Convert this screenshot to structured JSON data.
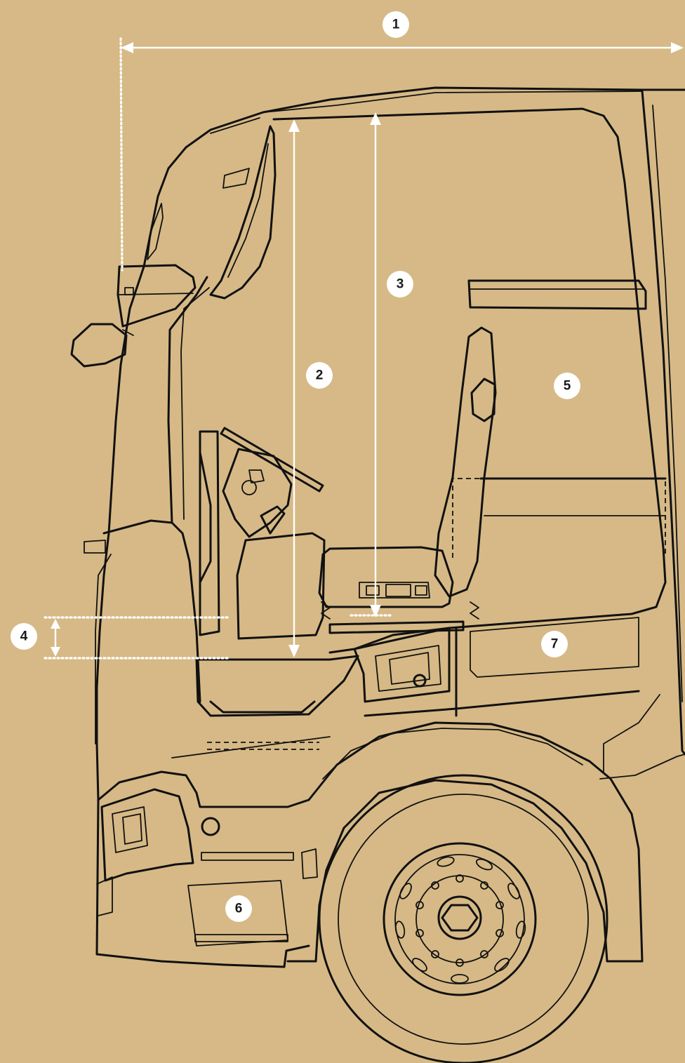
{
  "callouts": [
    {
      "id": "1",
      "label": "1"
    },
    {
      "id": "2",
      "label": "2"
    },
    {
      "id": "3",
      "label": "3"
    },
    {
      "id": "4",
      "label": "4"
    },
    {
      "id": "5",
      "label": "5"
    },
    {
      "id": "6",
      "label": "6"
    },
    {
      "id": "7",
      "label": "7"
    }
  ],
  "colors": {
    "background": "#D6B986",
    "outline": "#111111",
    "dimension": "#FFFFFF",
    "badge_text": "#1A1A1A"
  }
}
